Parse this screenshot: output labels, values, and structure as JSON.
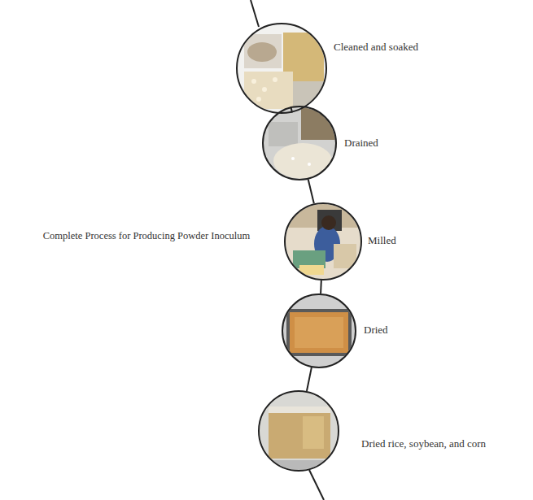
{
  "diagram": {
    "title": "Complete Process for Producing Powder Inoculum",
    "nodes": [
      {
        "text": [
          "Cleaned and soaked"
        ]
      },
      {
        "text": [
          "Drained"
        ]
      },
      {
        "text": [
          "Milled"
        ]
      },
      {
        "text": [
          "Dried"
        ]
      },
      {
        "text": [
          "Dried rice, soybean, and corn"
        ]
      }
    ],
    "edges": [
      {
        "from": 0,
        "to": 1,
        "arrow": "none"
      },
      {
        "from": 1,
        "to": 2,
        "arrow": "none"
      },
      {
        "from": 2,
        "to": 3,
        "arrow": "none"
      },
      {
        "from": 3,
        "to": 4,
        "arrow": "none"
      }
    ]
  }
}
